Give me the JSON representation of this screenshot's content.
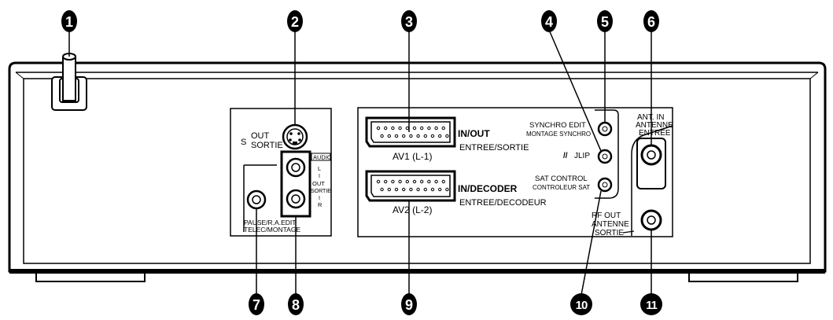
{
  "callouts": [
    "1",
    "2",
    "3",
    "4",
    "5",
    "6",
    "7",
    "8",
    "9",
    "10",
    "11"
  ],
  "labels": {
    "s_out": "S",
    "s_out_en": "OUT",
    "s_out_fr": "SORTIE",
    "audio": "AUDIO",
    "audio_l": "L",
    "audio_out": "OUT",
    "audio_sortie": "SORTIE",
    "audio_r": "R",
    "pause_1": "PAUSE/R.A.EDIT",
    "pause_2": "TELEC/MONTAGE",
    "av1_io": "IN/OUT",
    "av1_io_fr": "ENTREE/SORTIE",
    "av1": "AV1 (L-1)",
    "av2_io": "IN/DECODER",
    "av2_io_fr": "ENTREE/DECODEUR",
    "av2": "AV2 (L-2)",
    "synchro_1": "SYNCHRO EDIT",
    "synchro_2": "MONTAGE SYNCHRO",
    "jlip": "JLIP",
    "sat_1": "SAT CONTROL",
    "sat_2": "CONTROLEUR SAT",
    "ant_in_1": "ANT. IN",
    "ant_in_2": "ANTENNE",
    "ant_in_3": "ENTREE",
    "rf_out_1": "RF OUT",
    "rf_out_2": "ANTENNE",
    "rf_out_3": "SORTIE"
  }
}
